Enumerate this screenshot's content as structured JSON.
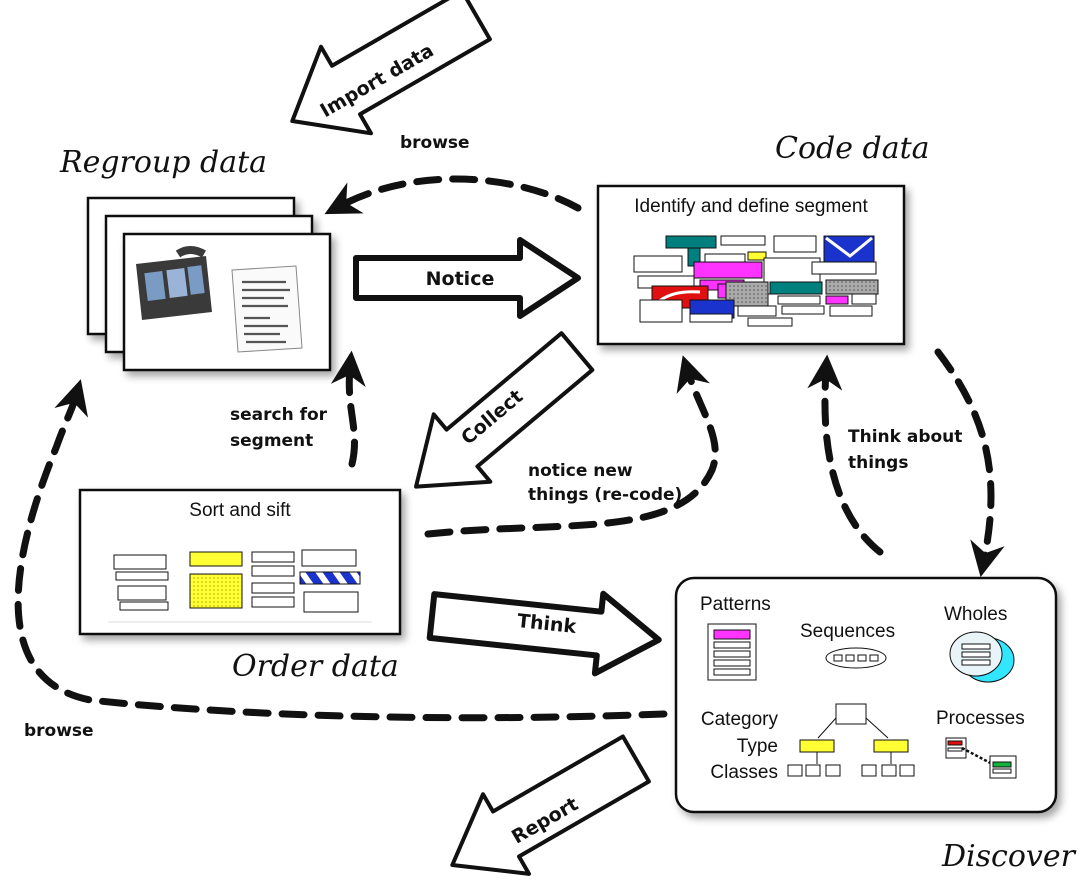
{
  "stages": {
    "regroup": "Regroup data",
    "code": "Code data",
    "order": "Order data",
    "discover": "Discover"
  },
  "boxes": {
    "code_title": "Identify and define segment",
    "sort_title": "Sort and sift",
    "discover_items": {
      "patterns": "Patterns",
      "sequences": "Sequences",
      "wholes": "Wholes",
      "category": "Category",
      "type": "Type",
      "classes": "Classes",
      "processes": "Processes"
    }
  },
  "big_arrows": {
    "import": "Import data",
    "notice": "Notice",
    "collect": "Collect",
    "think": "Think",
    "report": "Report"
  },
  "dashed_labels": {
    "browse_top": "browse",
    "search_line1": "search for",
    "search_line2": "segment",
    "notice_new_line1": "notice new",
    "notice_new_line2": "things (re-code)",
    "think_about_line1": "Think about",
    "think_about_line2": "things",
    "browse_left": "browse"
  },
  "colors": {
    "magenta": "#ff33ff",
    "teal": "#007f7f",
    "blue": "#1a33cc",
    "red": "#e01010",
    "yellow": "#ffff33",
    "cyan": "#33e6ff"
  }
}
